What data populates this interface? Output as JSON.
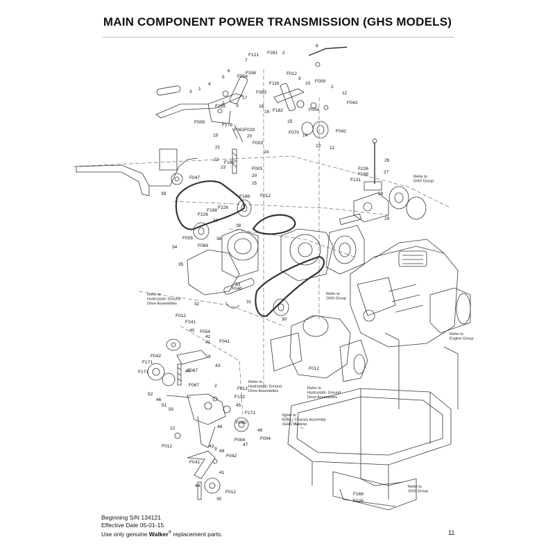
{
  "title": "MAIN COMPONENT POWER TRANSMISSION (GHS MODELS)",
  "part_labels": [
    "F121",
    "F261",
    "2",
    "7",
    "8",
    "F336",
    "6",
    "5",
    "F054",
    "3",
    "4",
    "1",
    "F255",
    "2",
    "F012",
    "F353",
    "10",
    "F009",
    "9",
    "2",
    "12",
    "F116",
    "17",
    "3",
    "18",
    "16",
    "F182",
    "F004",
    "F043",
    "F009",
    "F178",
    "F061",
    "F029",
    "15",
    "F070",
    "14",
    "F042",
    "13",
    "12",
    "19",
    "20",
    "F003",
    "21",
    "24",
    "22",
    "F186",
    "23",
    "F003",
    "20",
    "25",
    "F047",
    "39",
    "F188",
    "F226",
    "F012",
    "F168",
    "F226",
    "37",
    "38",
    "F005",
    "F069",
    "34",
    "36",
    "35",
    "33",
    "F040",
    "31",
    "32",
    "30",
    "26",
    "F226",
    "F168",
    "27",
    "F131",
    "28",
    "29",
    "F012",
    "F241",
    "40",
    "F054",
    "42",
    "41",
    "F041",
    "F042",
    "F171",
    "44",
    "F067",
    "9",
    "43",
    "F171",
    "52",
    "46",
    "F067",
    "2",
    "F012",
    "F132",
    "45",
    "50",
    "51",
    "F171",
    "F090",
    "46",
    "48",
    "12",
    "F004",
    "F012",
    "47",
    "F004",
    "9",
    "43",
    "F041",
    "49",
    "F042",
    "44",
    "41",
    "F012",
    "30",
    "F168",
    "F226",
    "F012"
  ],
  "reference_notes": {
    "ghs_group_top": "Refer to\nGHS Group",
    "hydrostatic_left": "Refer to\nHydrostatic Ground\nDrive Assemblies",
    "ghs_group_mid": "Refer to\nGHS Group",
    "engine_group": "Refer to\nEngine Group",
    "hydrostatic_center": "Refer to\nHydrostatic Ground\nDrive Assemblies",
    "hydrostatic_lower": "Refer to\nHydrostatic Ground\nDrive Assemblies",
    "body_chassis": "Refer to\nBody / Chassis Assembly\n(GHS Models)",
    "ghs_group_bottom": "Refer to\nGHS Group"
  },
  "footer": {
    "serial": "Beginning S/N 134121",
    "effective": "Effective Date 05-01-15",
    "genuine_pre": "Use only genuine ",
    "brand": "Walker",
    "reg": "®",
    "genuine_post": " replacement parts."
  },
  "page_number": "11"
}
